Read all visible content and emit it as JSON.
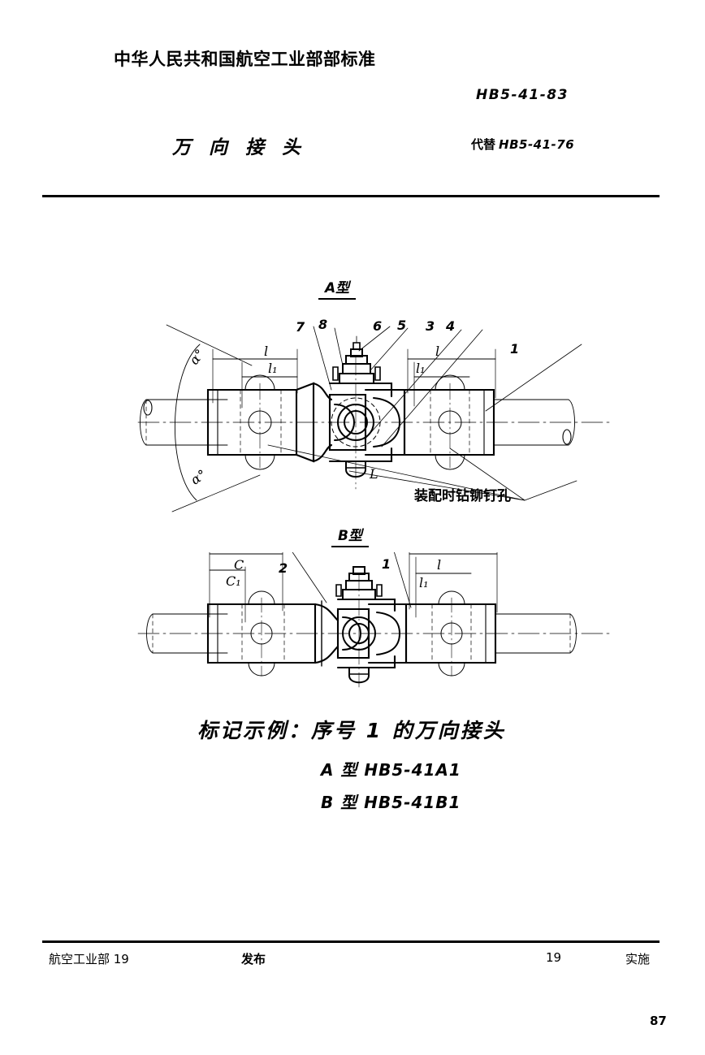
{
  "document": {
    "organization": "中华人民共和国航空工业部部标准",
    "standard_number": "HB5-41-83",
    "title": "万向接头",
    "replaces_label": "代替",
    "replaces_number": "HB5-41-76",
    "page_number": "87"
  },
  "figures": {
    "type_a": {
      "label": "A型",
      "callouts": [
        "7",
        "8",
        "6",
        "5",
        "3",
        "4",
        "1"
      ],
      "dimensions": {
        "l_left": "l",
        "l1_left": "l₁",
        "l_right": "l",
        "l1_right": "l₁",
        "L_center": "L",
        "angle_top": "α°",
        "angle_bottom": "α°"
      },
      "note": "装配时钻铆钉孔"
    },
    "type_b": {
      "label": "B型",
      "callouts": [
        "2",
        "1"
      ],
      "dimensions": {
        "C": "C",
        "C1": "C₁",
        "l_right": "l",
        "l1_right": "l₁"
      }
    }
  },
  "marking_example": {
    "heading": "标记示例：序号 1 的万向接头",
    "line_a": "A 型 HB5-41A1",
    "line_b": "B 型 HB5-41B1"
  },
  "footer": {
    "issuer": "航空工业部 19",
    "publish": "发布",
    "year": "19",
    "implement": "实施"
  },
  "colors": {
    "ink": "#000000",
    "paper": "#ffffff"
  }
}
